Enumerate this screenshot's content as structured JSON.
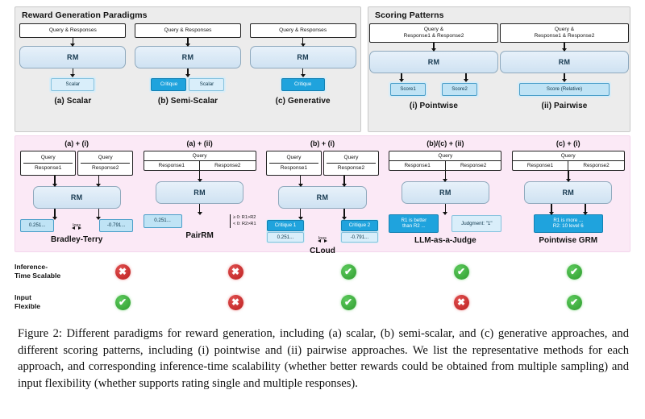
{
  "figure": {
    "caption": "Figure 2: Different paradigms for reward generation, including (a) scalar, (b) semi-scalar, and (c) generative approaches, and different scoring patterns, including (i) pointwise and (ii) pairwise approaches. We list the representative methods for each approach, and corresponding inference-time scalability (whether better rewards could be obtained from multiple sampling) and input flexibility (whether supports rating single and multiple responses)."
  },
  "paradigms_section": {
    "title": "Reward Generation Paradigms",
    "panels": [
      {
        "input": "Query & Responses",
        "model": "RM",
        "outputs": [
          {
            "text": "Scalar",
            "style": "pale"
          }
        ],
        "label": "(a) Scalar"
      },
      {
        "input": "Query & Responses",
        "model": "RM",
        "outputs": [
          {
            "text": "Critique",
            "style": "dark"
          },
          {
            "text": "Scalar",
            "style": "pale"
          }
        ],
        "label": "(b) Semi-Scalar"
      },
      {
        "input": "Query & Responses",
        "model": "RM",
        "outputs": [
          {
            "text": "Critique",
            "style": "dark"
          }
        ],
        "label": "(c) Generative"
      }
    ]
  },
  "scoring_section": {
    "title": "Scoring Patterns",
    "panels": [
      {
        "input_line1": "Query &",
        "input_line2": "Response1 & Response2",
        "model": "RM",
        "outputs": [
          {
            "text": "Score1",
            "style": "mid"
          },
          {
            "text": "Score2",
            "style": "mid"
          }
        ],
        "label": "(i) Pointwise"
      },
      {
        "input_line1": "Query &",
        "input_line2": "Response1 & Response2",
        "model": "RM",
        "outputs": [
          {
            "text": "Score (Relative)",
            "style": "mid"
          }
        ],
        "label": "(ii) Pairwise"
      }
    ]
  },
  "methods_section": {
    "methods": [
      {
        "combo": "(a) + (i)",
        "name": "Bradley-Terry",
        "input_style": "split",
        "input_left_top": "Query",
        "input_left_bottom": "Response1",
        "input_right_top": "Query",
        "input_right_bottom": "Response2",
        "model": "RM",
        "out_left": "0.251...",
        "out_right": "-0.791...",
        "connector": "loss"
      },
      {
        "combo": "(a) + (ii)",
        "name": "PairRM",
        "input_style": "merged",
        "input_top": "Query",
        "input_left_bottom": "Response1",
        "input_right_bottom": "Response2",
        "model": "RM",
        "out_left": "0.251...",
        "cond_line1": "≥ 0: R1>R2",
        "cond_line2": "< 0: R2>R1"
      },
      {
        "combo": "(b) + (i)",
        "name": "CLoud",
        "input_style": "split",
        "input_left_top": "Query",
        "input_left_bottom": "Response1",
        "input_right_top": "Query",
        "input_right_bottom": "Response2",
        "model": "RM",
        "out_left_top": "Critique 1",
        "out_left_bottom": "0.251...",
        "out_right_top": "Critique 2",
        "out_right_bottom": "-0.791...",
        "connector": "loss"
      },
      {
        "combo": "(b)/(c) + (ii)",
        "name": "LLM-as-a-Judge",
        "input_style": "merged",
        "input_top": "Query",
        "input_left_bottom": "Response1",
        "input_right_bottom": "Response2",
        "model": "RM",
        "out_left_line1": "R1 is better",
        "out_left_line2": "than R2 ...",
        "out_right": "Judgment: \"1\""
      },
      {
        "combo": "(c) + (i)",
        "name": "Pointwise GRM",
        "input_style": "merged",
        "input_top": "Query",
        "input_left_bottom": "Response1",
        "input_right_bottom": "Response2",
        "model": "RM",
        "out_line1": "R1 is more ...",
        "out_line2": "R2: 10 level 6"
      }
    ]
  },
  "comparison": {
    "rows": [
      {
        "label_line1": "Inference-",
        "label_line2": "Time Scalable",
        "values": [
          "no",
          "no",
          "ok",
          "ok",
          "ok"
        ]
      },
      {
        "label_line1": "Input",
        "label_line2": "Flexible",
        "values": [
          "ok",
          "no",
          "ok",
          "no",
          "ok"
        ]
      }
    ],
    "glyphs": {
      "ok": "✔",
      "no": "✖"
    }
  },
  "colors": {
    "pink_band": "#fbe9f6",
    "grey_band": "#ececec",
    "rm_blue": "#cfe2f2",
    "accent_blue": "#1fa3dd",
    "check_green": "#2e9c2e",
    "cross_red": "#bc1f1f"
  }
}
